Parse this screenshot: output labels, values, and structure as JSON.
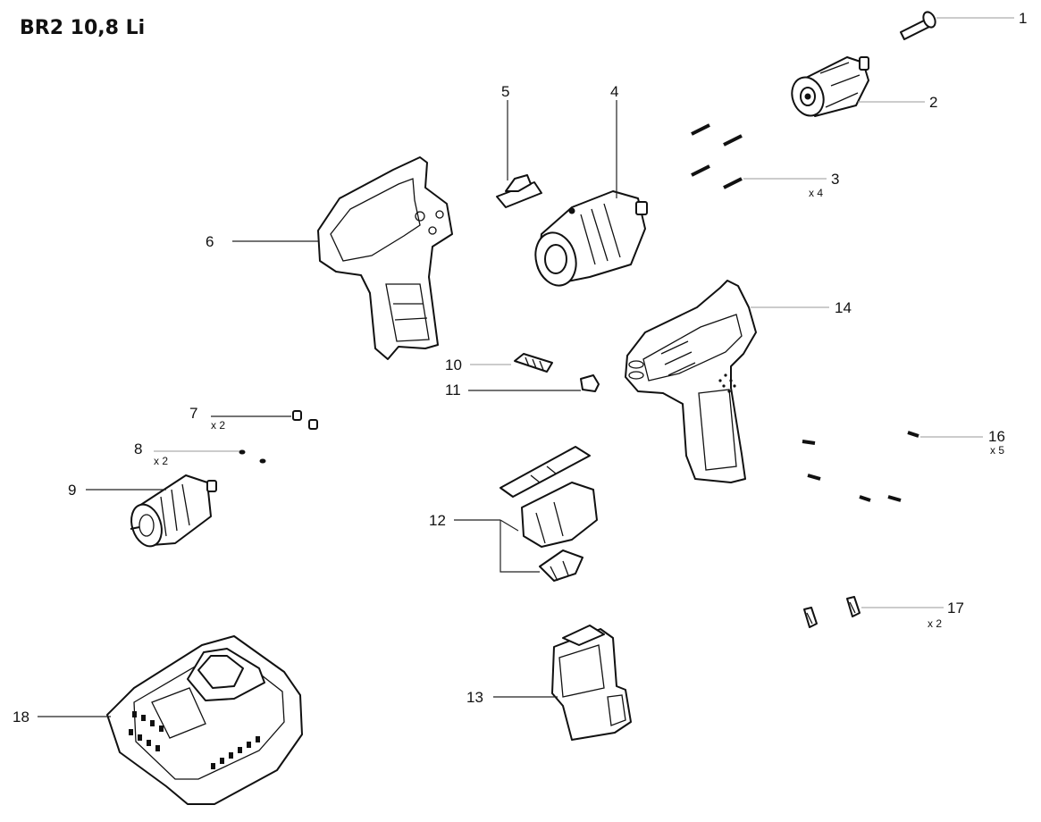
{
  "title": "BR2 10,8 Li",
  "parts": [
    {
      "number": "1"
    },
    {
      "number": "2"
    },
    {
      "number": "3",
      "qty": "x 4"
    },
    {
      "number": "4"
    },
    {
      "number": "5"
    },
    {
      "number": "6"
    },
    {
      "number": "7",
      "qty": "x 2"
    },
    {
      "number": "8",
      "qty": "x 2"
    },
    {
      "number": "9"
    },
    {
      "number": "10"
    },
    {
      "number": "11"
    },
    {
      "number": "12"
    },
    {
      "number": "13"
    },
    {
      "number": "14"
    },
    {
      "number": "16",
      "qty": "x 5"
    },
    {
      "number": "17",
      "qty": "x 2"
    },
    {
      "number": "18"
    }
  ]
}
